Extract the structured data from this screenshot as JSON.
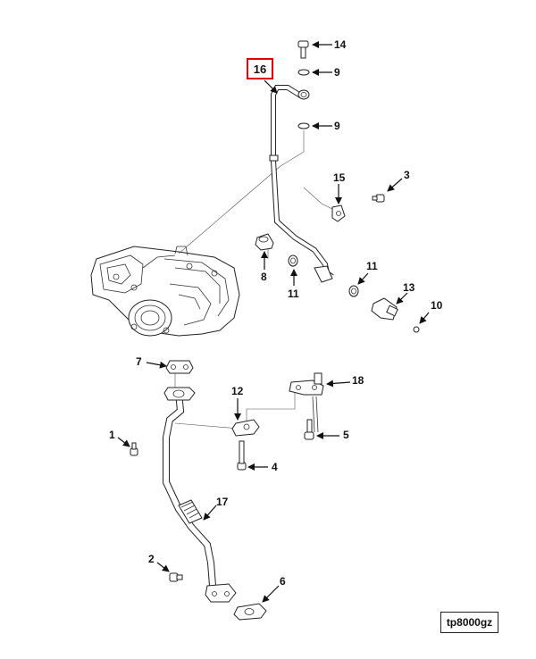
{
  "diagram": {
    "reference_code": "tp8000gz",
    "highlighted_callout": "16",
    "highlight_color": "#e00000",
    "callouts": [
      {
        "id": "c14",
        "label": "14"
      },
      {
        "id": "c9a",
        "label": "9"
      },
      {
        "id": "c16",
        "label": "16"
      },
      {
        "id": "c9b",
        "label": "9"
      },
      {
        "id": "c15",
        "label": "15"
      },
      {
        "id": "c3",
        "label": "3"
      },
      {
        "id": "c8",
        "label": "8"
      },
      {
        "id": "c11a",
        "label": "11"
      },
      {
        "id": "c11b",
        "label": "11"
      },
      {
        "id": "c13",
        "label": "13"
      },
      {
        "id": "c10",
        "label": "10"
      },
      {
        "id": "c7",
        "label": "7"
      },
      {
        "id": "c18",
        "label": "18"
      },
      {
        "id": "c12",
        "label": "12"
      },
      {
        "id": "c1",
        "label": "1"
      },
      {
        "id": "c5",
        "label": "5"
      },
      {
        "id": "c4",
        "label": "4"
      },
      {
        "id": "c17",
        "label": "17"
      },
      {
        "id": "c2",
        "label": "2"
      },
      {
        "id": "c6",
        "label": "6"
      }
    ]
  }
}
